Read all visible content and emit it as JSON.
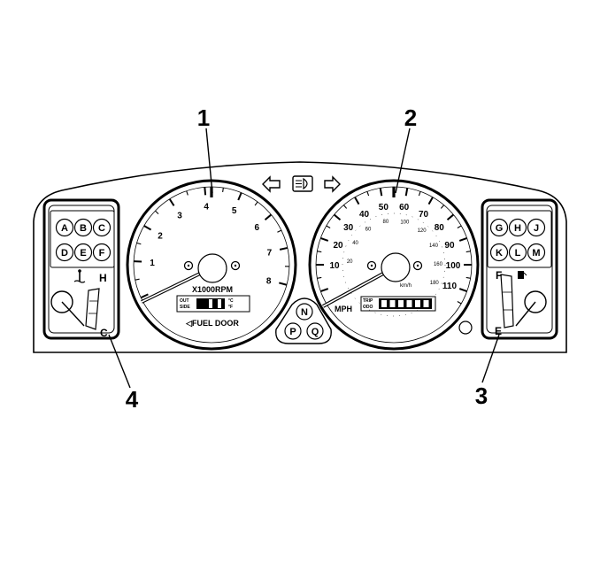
{
  "callouts": [
    "1",
    "2",
    "3",
    "4"
  ],
  "tachometer": {
    "labels": [
      "1",
      "2",
      "3",
      "4",
      "5",
      "6",
      "7",
      "8"
    ],
    "unit": "X1000RPM",
    "display_left": [
      "OUT",
      "SIDE"
    ],
    "display_unit": [
      "°C",
      "°F"
    ],
    "fuel_door": "◁FUEL DOOR"
  },
  "speedometer": {
    "mph_labels": [
      "10",
      "20",
      "30",
      "40",
      "50",
      "60",
      "70",
      "80",
      "90",
      "100",
      "110"
    ],
    "kmh_labels": [
      "20",
      "40",
      "60",
      "80",
      "100",
      "120",
      "140",
      "160",
      "180"
    ],
    "kmh_unit": "km/h",
    "unit": "MPH",
    "odo_prefix": [
      "TRIP",
      "ODO"
    ]
  },
  "left_panel": {
    "indicators": [
      "A",
      "B",
      "C",
      "D",
      "E",
      "F"
    ],
    "high": "H",
    "low": "C"
  },
  "right_panel": {
    "indicators": [
      "G",
      "H",
      "J",
      "K",
      "L",
      "M"
    ],
    "full": "F",
    "empty": "E"
  },
  "center_indicators": [
    "N",
    "P",
    "Q"
  ]
}
